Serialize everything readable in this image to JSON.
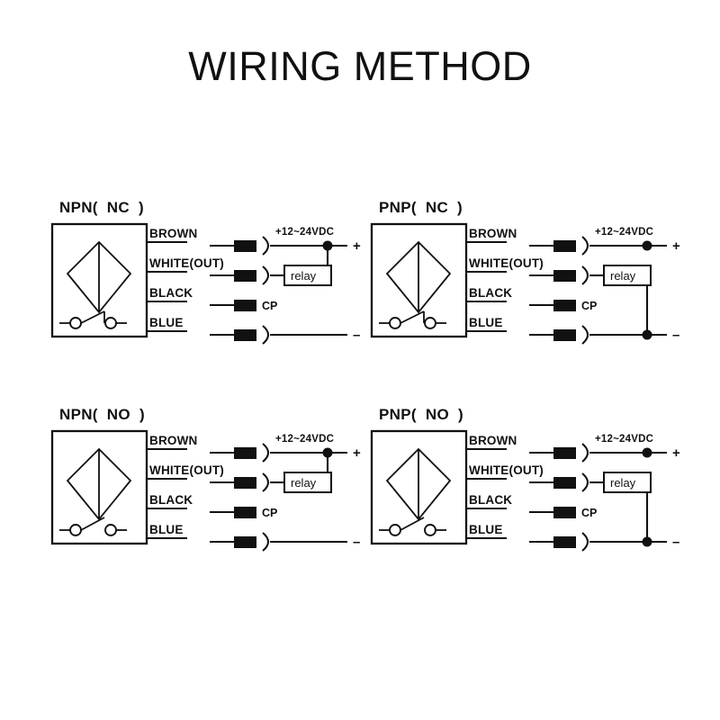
{
  "page": {
    "title": "WIRING METHOD",
    "background_color": "#ffffff",
    "ink_color": "#111111"
  },
  "common": {
    "wire_labels": [
      "BROWN",
      "WHITE(OUT)",
      "BLACK",
      "BLUE"
    ],
    "supply_label": "+12~24VDC",
    "plus_sign": "+",
    "minus_sign": "–",
    "cp_label": "CP",
    "relay_label": "relay"
  },
  "diagrams": [
    {
      "id": "npn-nc",
      "title": "NPN(  NC  )",
      "type": "NPN",
      "contact": "NC",
      "contact_state": "closed",
      "relay_return": "positive",
      "wires": [
        "BROWN",
        "WHITE(OUT)",
        "BLACK",
        "BLUE"
      ],
      "supply": "+12~24VDC",
      "plus": "+",
      "minus": "–",
      "cp": "CP",
      "relay": "relay"
    },
    {
      "id": "pnp-nc",
      "title": "PNP(  NC  )",
      "type": "PNP",
      "contact": "NC",
      "contact_state": "closed",
      "relay_return": "negative",
      "wires": [
        "BROWN",
        "WHITE(OUT)",
        "BLACK",
        "BLUE"
      ],
      "supply": "+12~24VDC",
      "plus": "+",
      "minus": "–",
      "cp": "CP",
      "relay": "relay"
    },
    {
      "id": "npn-no",
      "title": "NPN(  NO  )",
      "type": "NPN",
      "contact": "NO",
      "contact_state": "open",
      "relay_return": "positive",
      "wires": [
        "BROWN",
        "WHITE(OUT)",
        "BLACK",
        "BLUE"
      ],
      "supply": "+12~24VDC",
      "plus": "+",
      "minus": "–",
      "cp": "CP",
      "relay": "relay"
    },
    {
      "id": "pnp-no",
      "title": "PNP(  NO  )",
      "type": "PNP",
      "contact": "NO",
      "contact_state": "open",
      "relay_return": "negative",
      "wires": [
        "BROWN",
        "WHITE(OUT)",
        "BLACK",
        "BLUE"
      ],
      "supply": "+12~24VDC",
      "plus": "+",
      "minus": "–",
      "cp": "CP",
      "relay": "relay"
    }
  ]
}
